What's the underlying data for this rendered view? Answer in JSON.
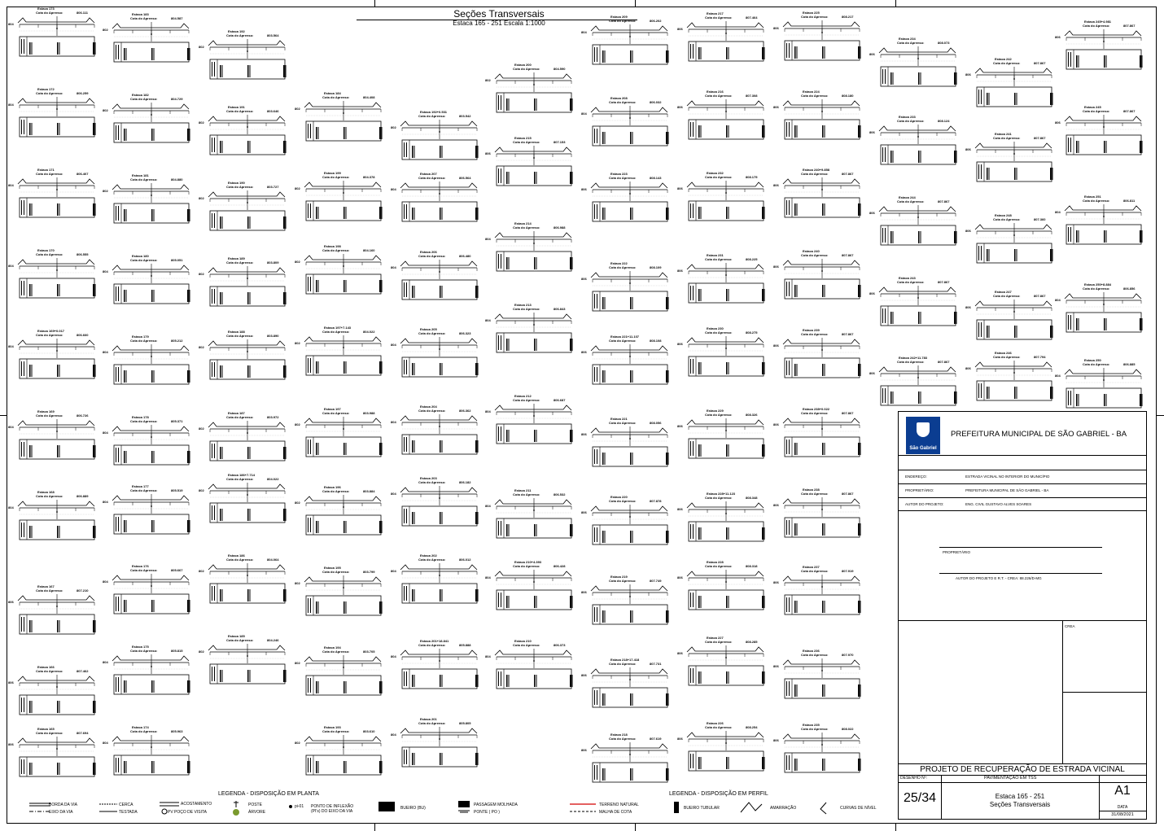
{
  "header": {
    "title": "Seções Transversais",
    "subtitle": "Estaca 165 - 251 Escala 1:1000"
  },
  "sections": [
    {
      "name": "Estaca 173",
      "cota": "Cota do Aprenso:",
      "val": "806.111",
      "datum": "804"
    },
    {
      "name": "Estaca 172",
      "cota": "Cota do Aprenso:",
      "val": "806.259",
      "datum": "804"
    },
    {
      "name": "Estaca 171",
      "cota": "Cota do Aprenso:",
      "val": "806.407",
      "datum": "804"
    },
    {
      "name": "Estaca 170",
      "cota": "Cota do Aprenso:",
      "val": "806.555",
      "datum": "804"
    },
    {
      "name": "Estaca 169+0.017",
      "cota": "Cota do Aprenso:",
      "val": "806.660",
      "datum": "804"
    },
    {
      "name": "Estaca 169",
      "cota": "Cota do Aprenso:",
      "val": "806.726",
      "datum": "804"
    },
    {
      "name": "Estaca 168",
      "cota": "Cota do Aprenso:",
      "val": "806.889",
      "datum": "804"
    },
    {
      "name": "Estaca 167",
      "cota": "Cota do Aprenso:",
      "val": "807.210",
      "datum": "806"
    },
    {
      "name": "Estaca 166",
      "cota": "Cota do Aprenso:",
      "val": "807.462",
      "datum": "806"
    },
    {
      "name": "Estaca 165",
      "cota": "Cota do Aprenso:",
      "val": "807.694",
      "datum": "806"
    },
    {
      "name": "Estaca 183",
      "cota": "Cota do Aprenso:",
      "val": "804.587",
      "datum": "802"
    },
    {
      "name": "Estaca 182",
      "cota": "Cota do Aprenso:",
      "val": "804.729",
      "datum": "802"
    },
    {
      "name": "Estaca 181",
      "cota": "Cota do Aprenso:",
      "val": "804.880",
      "datum": "802"
    },
    {
      "name": "Estaca 180",
      "cota": "Cota do Aprenso:",
      "val": "805.051",
      "datum": "804"
    },
    {
      "name": "Estaca 179",
      "cota": "Cota do Aprenso:",
      "val": "805.212",
      "datum": "804"
    },
    {
      "name": "Estaca 178",
      "cota": "Cota do Aprenso:",
      "val": "805.371",
      "datum": "804"
    },
    {
      "name": "Estaca 177",
      "cota": "Cota do Aprenso:",
      "val": "805.519",
      "datum": "804"
    },
    {
      "name": "Estaca 176",
      "cota": "Cota do Aprenso:",
      "val": "805.667",
      "datum": "804"
    },
    {
      "name": "Estaca 175",
      "cota": "Cota do Aprenso:",
      "val": "805.815",
      "datum": "804"
    },
    {
      "name": "Estaca 174",
      "cota": "Cota do Aprenso:",
      "val": "805.963",
      "datum": "804"
    },
    {
      "name": "Estaca 192",
      "cota": "Cota do Aprenso:",
      "val": "803.564",
      "datum": "802"
    },
    {
      "name": "Estaca 191",
      "cota": "Cota do Aprenso:",
      "val": "803.646",
      "datum": "802"
    },
    {
      "name": "Estaca 190",
      "cota": "Cota do Aprenso:",
      "val": "803.727",
      "datum": "802"
    },
    {
      "name": "Estaca 189",
      "cota": "Cota do Aprenso:",
      "val": "803.809",
      "datum": "802"
    },
    {
      "name": "Estaca 188",
      "cota": "Cota do Aprenso:",
      "val": "803.890",
      "datum": "802"
    },
    {
      "name": "Estaca 187",
      "cota": "Cota do Aprenso:",
      "val": "803.972",
      "datum": "802"
    },
    {
      "name": "Estaca 186+7.714",
      "cota": "Cota do Aprenso:",
      "val": "804.022",
      "datum": "802"
    },
    {
      "name": "Estaca 186",
      "cota": "Cota do Aprenso:",
      "val": "804.064",
      "datum": "802"
    },
    {
      "name": "Estaca 185",
      "cota": "Cota do Aprenso:",
      "val": "804.246",
      "datum": "802"
    },
    {
      "name": "Estaca 184",
      "cota": "Cota do Aprenso:",
      "val": "804.408",
      "datum": "802"
    },
    {
      "name": "Estaca 199",
      "cota": "Cota do Aprenso:",
      "val": "804.378",
      "datum": "802"
    },
    {
      "name": "Estaca 198",
      "cota": "Cota do Aprenso:",
      "val": "804.160",
      "datum": "802"
    },
    {
      "name": "Estaca 197+7.143",
      "cota": "Cota do Aprenso:",
      "val": "804.022",
      "datum": "802"
    },
    {
      "name": "Estaca 197",
      "cota": "Cota do Aprenso:",
      "val": "803.988",
      "datum": "802"
    },
    {
      "name": "Estaca 196",
      "cota": "Cota do Aprenso:",
      "val": "803.884",
      "datum": "802"
    },
    {
      "name": "Estaca 195",
      "cota": "Cota do Aprenso:",
      "val": "803.799",
      "datum": "802"
    },
    {
      "name": "Estaca 194",
      "cota": "Cota do Aprenso:",
      "val": "803.705",
      "datum": "802"
    },
    {
      "name": "Estaca 193",
      "cota": "Cota do Aprenso:",
      "val": "803.610",
      "datum": "802"
    },
    {
      "name": "Estaca 192+0.531",
      "cota": "Cota do Aprenso:",
      "val": "803.542",
      "datum": "802"
    },
    {
      "name": "Estaca 207",
      "cota": "Cota do Aprenso:",
      "val": "806.564",
      "datum": "804"
    },
    {
      "name": "Estaca 206",
      "cota": "Cota do Aprenso:",
      "val": "806.480",
      "datum": "804"
    },
    {
      "name": "Estaca 205",
      "cota": "Cota do Aprenso:",
      "val": "806.323",
      "datum": "804"
    },
    {
      "name": "Estaca 204",
      "cota": "Cota do Aprenso:",
      "val": "806.362",
      "datum": "804"
    },
    {
      "name": "Estaca 203",
      "cota": "Cota do Aprenso:",
      "val": "806.182",
      "datum": "804"
    },
    {
      "name": "Estaca 202",
      "cota": "Cota do Aprenso:",
      "val": "806.012",
      "datum": "804"
    },
    {
      "name": "Estaca 201+18.841",
      "cota": "Cota do Aprenso:",
      "val": "805.888",
      "datum": "804"
    },
    {
      "name": "Estaca 201",
      "cota": "Cota do Aprenso:",
      "val": "805.805",
      "datum": "804"
    },
    {
      "name": "Estaca 200",
      "cota": "Cota do Aprenso:",
      "val": "804.590",
      "datum": "802"
    },
    {
      "name": "Estaca 215",
      "cota": "Cota do Aprenso:",
      "val": "807.153",
      "datum": "806"
    },
    {
      "name": "Estaca 214",
      "cota": "Cota do Aprenso:",
      "val": "806.988",
      "datum": "804"
    },
    {
      "name": "Estaca 213",
      "cota": "Cota do Aprenso:",
      "val": "806.843",
      "datum": "804"
    },
    {
      "name": "Estaca 212",
      "cota": "Cota do Aprenso:",
      "val": "806.687",
      "datum": "804"
    },
    {
      "name": "Estaca 211",
      "cota": "Cota do Aprenso:",
      "val": "806.532",
      "datum": "804"
    },
    {
      "name": "Estaca 210+4.393",
      "cota": "Cota do Aprenso:",
      "val": "806.428",
      "datum": "804"
    },
    {
      "name": "Estaca 210",
      "cota": "Cota do Aprenso:",
      "val": "806.373",
      "datum": "804"
    },
    {
      "name": "Estaca 209",
      "cota": "Cota do Aprenso:",
      "val": "806.202",
      "datum": "804"
    },
    {
      "name": "Estaca 208",
      "cota": "Cota do Aprenso:",
      "val": "806.032",
      "datum": "804"
    },
    {
      "name": "Estaca 223",
      "cota": "Cota do Aprenso:",
      "val": "808.143",
      "datum": "806"
    },
    {
      "name": "Estaca 222",
      "cota": "Cota do Aprenso:",
      "val": "808.109",
      "datum": "806"
    },
    {
      "name": "Estaca 221+11.107",
      "cota": "Cota do Aprenso:",
      "val": "808.108",
      "datum": "806"
    },
    {
      "name": "Estaca 221",
      "cota": "Cota do Aprenso:",
      "val": "808.056",
      "datum": "806"
    },
    {
      "name": "Estaca 220",
      "cota": "Cota do Aprenso:",
      "val": "807.878",
      "datum": "806"
    },
    {
      "name": "Estaca 219",
      "cota": "Cota do Aprenso:",
      "val": "807.749",
      "datum": "806"
    },
    {
      "name": "Estaca 218+17.418",
      "cota": "Cota do Aprenso:",
      "val": "807.731",
      "datum": "806"
    },
    {
      "name": "Estaca 218",
      "cota": "Cota do Aprenso:",
      "val": "807.619",
      "datum": "806"
    },
    {
      "name": "Estaca 217",
      "cota": "Cota do Aprenso:",
      "val": "807.464",
      "datum": "806"
    },
    {
      "name": "Estaca 216",
      "cota": "Cota do Aprenso:",
      "val": "807.308",
      "datum": "806"
    },
    {
      "name": "Estaca 232",
      "cota": "Cota do Aprenso:",
      "val": "808.175",
      "datum": "806"
    },
    {
      "name": "Estaca 231",
      "cota": "Cota do Aprenso:",
      "val": "808.225",
      "datum": "806"
    },
    {
      "name": "Estaca 230",
      "cota": "Cota do Aprenso:",
      "val": "808.275",
      "datum": "806"
    },
    {
      "name": "Estaca 229",
      "cota": "Cota do Aprenso:",
      "val": "808.326",
      "datum": "806"
    },
    {
      "name": "Estaca 228+11.123",
      "cota": "Cota do Aprenso:",
      "val": "808.348",
      "datum": "806"
    },
    {
      "name": "Estaca 228",
      "cota": "Cota do Aprenso:",
      "val": "808.318",
      "datum": "806"
    },
    {
      "name": "Estaca 227",
      "cota": "Cota do Aprenso:",
      "val": "808.285",
      "datum": "806"
    },
    {
      "name": "Estaca 226",
      "cota": "Cota do Aprenso:",
      "val": "808.254",
      "datum": "806"
    },
    {
      "name": "Estaca 225",
      "cota": "Cota do Aprenso:",
      "val": "808.217",
      "datum": "806"
    },
    {
      "name": "Estaca 224",
      "cota": "Cota do Aprenso:",
      "val": "808.180",
      "datum": "806"
    },
    {
      "name": "Estaca 240+9.858",
      "cota": "Cota do Aprenso:",
      "val": "807.867",
      "datum": "806"
    },
    {
      "name": "Estaca 240",
      "cota": "Cota do Aprenso:",
      "val": "807.867",
      "datum": "806"
    },
    {
      "name": "Estaca 239",
      "cota": "Cota do Aprenso:",
      "val": "807.867",
      "datum": "806"
    },
    {
      "name": "Estaca 238+0.022",
      "cota": "Cota do Aprenso:",
      "val": "807.867",
      "datum": "806"
    },
    {
      "name": "Estaca 238",
      "cota": "Cota do Aprenso:",
      "val": "807.867",
      "datum": "806"
    },
    {
      "name": "Estaca 237",
      "cota": "Cota do Aprenso:",
      "val": "807.919",
      "datum": "806"
    },
    {
      "name": "Estaca 236",
      "cota": "Cota do Aprenso:",
      "val": "807.970",
      "datum": "806"
    },
    {
      "name": "Estaca 235",
      "cota": "Cota do Aprenso:",
      "val": "808.022",
      "datum": "806"
    },
    {
      "name": "Estaca 234",
      "cota": "Cota do Aprenso:",
      "val": "808.073",
      "datum": "806"
    },
    {
      "name": "Estaca 233",
      "cota": "Cota do Aprenso:",
      "val": "808.124",
      "datum": "806"
    },
    {
      "name": "Estaca 244",
      "cota": "Cota do Aprenso:",
      "val": "807.867",
      "datum": "806"
    },
    {
      "name": "Estaca 243",
      "cota": "Cota do Aprenso:",
      "val": "807.867",
      "datum": "806"
    },
    {
      "name": "Estaca 242+11.783",
      "cota": "Cota do Aprenso:",
      "val": "807.867",
      "datum": "806"
    },
    {
      "name": "Estaca 242",
      "cota": "Cota do Aprenso:",
      "val": "807.867",
      "datum": "806"
    },
    {
      "name": "Estaca 241",
      "cota": "Cota do Aprenso:",
      "val": "807.867",
      "datum": "806"
    },
    {
      "name": "Estaca 248",
      "cota": "Cota do Aprenso:",
      "val": "807.360",
      "datum": "806"
    },
    {
      "name": "Estaca 247",
      "cota": "Cota do Aprenso:",
      "val": "807.867",
      "datum": "806"
    },
    {
      "name": "Estaca 246",
      "cota": "Cota do Aprenso:",
      "val": "807.794",
      "datum": "806"
    },
    {
      "name": "Estaca 245+4.981",
      "cota": "Cota do Aprenso:",
      "val": "807.867",
      "datum": "806"
    },
    {
      "name": "Estaca 245",
      "cota": "Cota do Aprenso:",
      "val": "807.867",
      "datum": "806"
    },
    {
      "name": "Estaca 251",
      "cota": "Cota do Aprenso:",
      "val": "806.811",
      "datum": "804"
    },
    {
      "name": "Estaca 250+8.884",
      "cota": "Cota do Aprenso:",
      "val": "806.856",
      "datum": "804"
    },
    {
      "name": "Estaca 250",
      "cota": "Cota do Aprenso:",
      "val": "806.885",
      "datum": "804"
    },
    {
      "name": "Estaca 249",
      "cota": "Cota do Aprenso:",
      "val": "807.156",
      "datum": "806"
    },
    {
      "name": "Estaca 248+7.172",
      "cota": "Cota do Aprenso:",
      "val": "807.359",
      "datum": "806"
    }
  ],
  "legend_planta": {
    "title": "LEGENDA - DISPOSIÇÃO EM PLANTA",
    "items": [
      "BORDA DA VIA",
      "EIXO DA VIA",
      "CERCA",
      "TESTADA",
      "ACOSTAMENTO",
      "PV  POÇO DE VISITA",
      "POSTE",
      "ÁRVORE",
      "PONTO DE INFLEXÃO (PI's) DO EIXO DA VIA",
      "BUEIRO (BU)",
      "PASSAGEM MOLHADA",
      "PONTE ( PO )"
    ],
    "pi_label": "pi-01"
  },
  "legend_perfil": {
    "title": "LEGENDA - DISPOSIÇÃO EM PERFIL",
    "items": [
      "TERRENO NATURAL",
      "MALHA DE COTA",
      "BUEIRO TUBULAR",
      "AMARRAÇÃO",
      "CURVAS DE NÍVEL"
    ]
  },
  "title_block": {
    "logo_text": "São Gabriel",
    "org": "PREFEITURA MUNICIPAL DE SÃO GABRIEL - BA",
    "endereco_label": "ENDEREÇO:",
    "endereco": "ESTRADA VICINAL NO INTERIOR DO MUNICÍPIO",
    "proprietario_label": "PROPRIETÁRIO:",
    "proprietario": "PREFEITURA MUNICIPAL DE SÃO GABRIEL - BA",
    "autor_label": "AUTOR DO PROJETO:",
    "autor": "ENG. CIVIL GUSTAVO ALVES SOARES",
    "sig_proprietario": "PROPRIETÁRIO",
    "sig_autor": "AUTOR DO PROJETO E R.T. - CREA:  88.226/D-MG",
    "crea": "CREA",
    "project": "PROJETO DE RECUPERAÇÃO DE ESTRADA VICINAL",
    "desenho_label": "DESENHO Nº:",
    "pavimentacao": "PAVIMENTAÇÃO EM TSS",
    "sheet": "25/34",
    "desc1": "Estaca 165 - 251",
    "desc2": "Seções Transversais",
    "size": "A1",
    "data_label": "DATA",
    "date": "31/08/2021"
  }
}
